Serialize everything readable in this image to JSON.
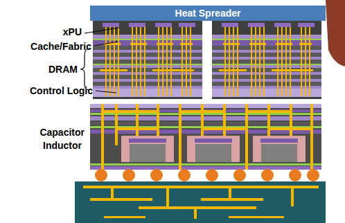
{
  "diagram": {
    "nodes": [
      {
        "text": [
          "Heat Spreader"
        ]
      }
    ],
    "labels": [
      "xPU",
      "Cache/Fabric",
      "DRAM",
      "Control Logic",
      "Capacitor",
      "Inductor"
    ]
  }
}
